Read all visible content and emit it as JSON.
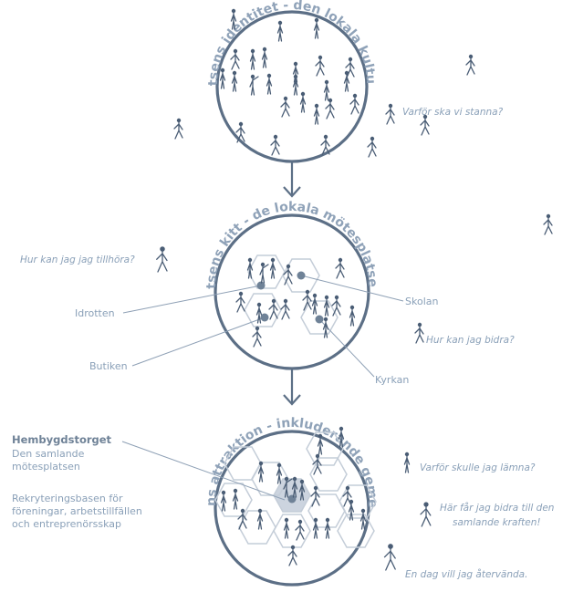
{
  "circles": [
    {
      "arc_label": "platsens identitet - den lokala kulturen"
    },
    {
      "arc_label": "platsens kitt - de lokala mötesplatserna"
    },
    {
      "arc_label": "platsens attraktion - inkluderande gemenskap"
    }
  ],
  "questions": {
    "q1": "Varför ska vi stanna?",
    "q2": "Hur kan jag jag tillhöra?",
    "q3": "Hur kan jag bidra?",
    "q4": "Varför skulle  jag lämna?",
    "q5_line1": "Här får jag bidra till den",
    "q5_line2": "samlande kraften!",
    "q6": "En dag vill jag återvända."
  },
  "places": {
    "idrotten": "Idrotten",
    "skolan": "Skolan",
    "butiken": "Butiken",
    "kyrkan": "Kyrkan"
  },
  "side_note": {
    "title": "Hembygdstorget",
    "line1": "Den samlande",
    "line2": "mötesplatsen",
    "line3": "Rekryteringsbasen för",
    "line4": "föreningar, arbetstillfällen",
    "line5": "och entreprenörsskap"
  },
  "colors": {
    "ring": "#5c6f86",
    "figure": "#4a5d75",
    "text": "#8aa0b8",
    "hexagon": "#c4cdd8"
  }
}
